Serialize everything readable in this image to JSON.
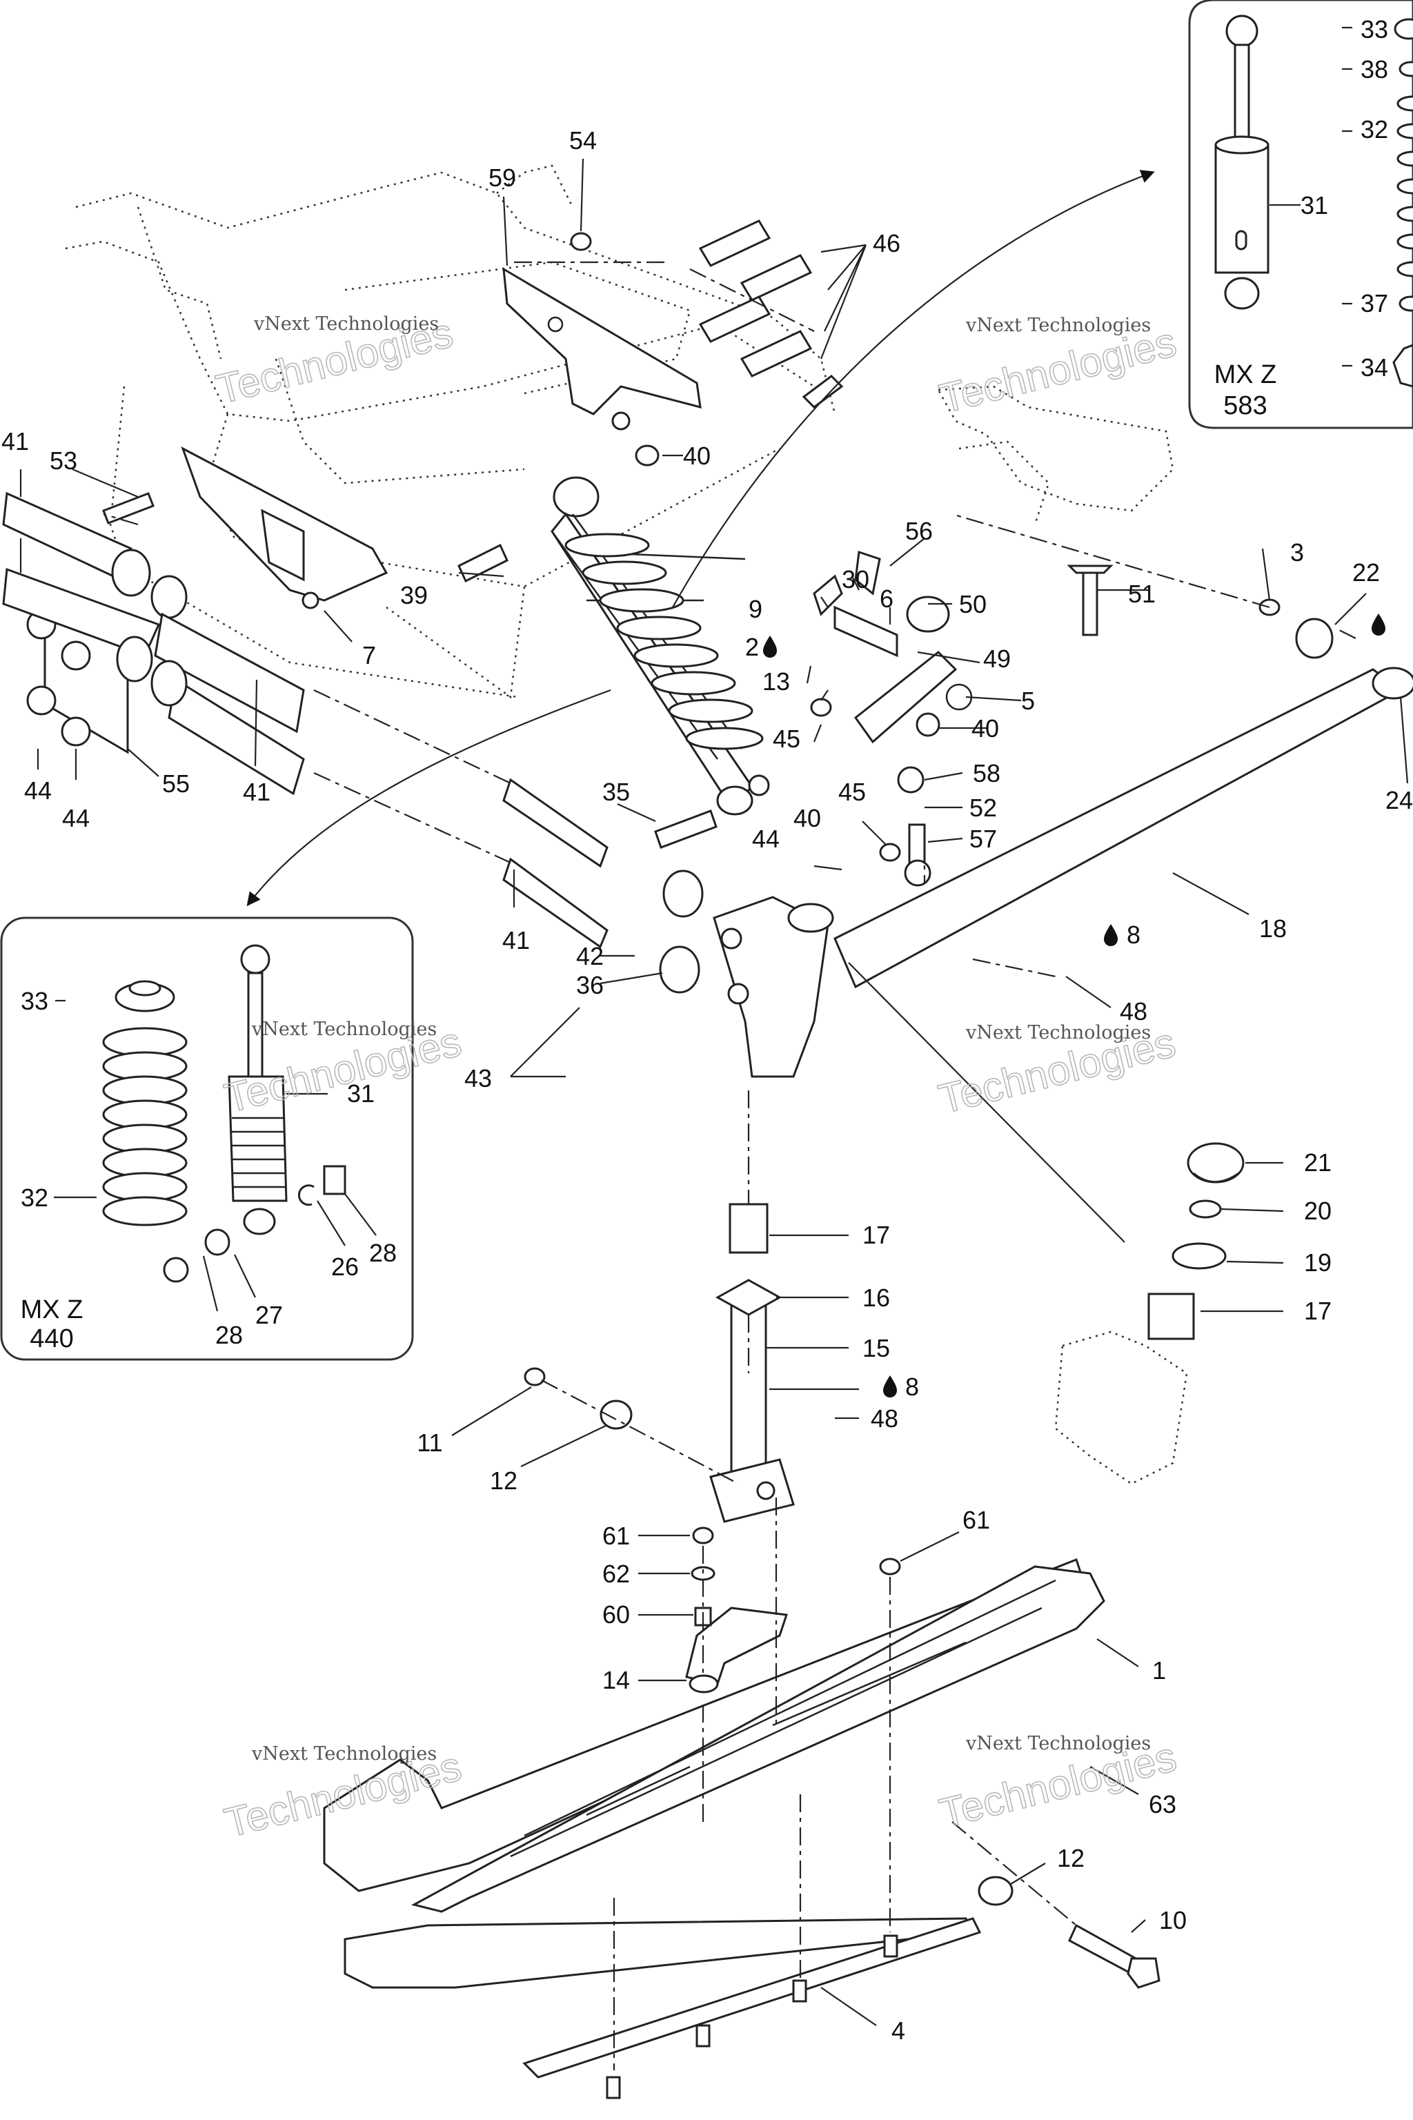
{
  "labels": {
    "l1": "1",
    "l2": "2",
    "l3": "3",
    "l4": "4",
    "l5": "5",
    "l6": "6",
    "l7": "7",
    "l8a": "8",
    "l8b": "8",
    "l9": "9",
    "l10": "10",
    "l11": "11",
    "l12a": "12",
    "l12b": "12",
    "l13": "13",
    "l14": "14",
    "l15": "15",
    "l16": "16",
    "l17a": "17",
    "l17b": "17",
    "l18": "18",
    "l19": "19",
    "l20": "20",
    "l21": "21",
    "l22": "22",
    "l24": "24",
    "l26": "26",
    "l27": "27",
    "l28a": "28",
    "l28b": "28",
    "l30": "30",
    "l31a": "31",
    "l31b": "31",
    "l32a": "32",
    "l32b": "32",
    "l33a": "33",
    "l33b": "33",
    "l34": "34",
    "l35": "35",
    "l36": "36",
    "l37": "37",
    "l38": "38",
    "l39": "39",
    "l40a": "40",
    "l40b": "40",
    "l40c": "40",
    "l41a": "41",
    "l41b": "41",
    "l41c": "41",
    "l42": "42",
    "l43": "43",
    "l44a": "44",
    "l44b": "44",
    "l44c": "44",
    "l45a": "45",
    "l45b": "45",
    "l46": "46",
    "l48a": "48",
    "l48b": "48",
    "l49": "49",
    "l50": "50",
    "l51": "51",
    "l52": "52",
    "l53": "53",
    "l54": "54",
    "l55": "55",
    "l56": "56",
    "l57": "57",
    "l58": "58",
    "l59": "59",
    "l60": "60",
    "l61a": "61",
    "l61b": "61",
    "l62": "62",
    "l63": "63"
  },
  "insets": {
    "mxz583": {
      "model": "MX Z",
      "engine": "583"
    },
    "mxz440": {
      "model": "MX Z",
      "engine": "440"
    }
  },
  "watermark": {
    "line1": "vNext Technologies",
    "line2": "Technologies",
    "ghost": "vNext"
  },
  "symbols": {
    "lubricant": "drop-icon"
  },
  "colors": {
    "ink": "#222222",
    "watermark": "#b8b8b8",
    "background": "#ffffff"
  }
}
